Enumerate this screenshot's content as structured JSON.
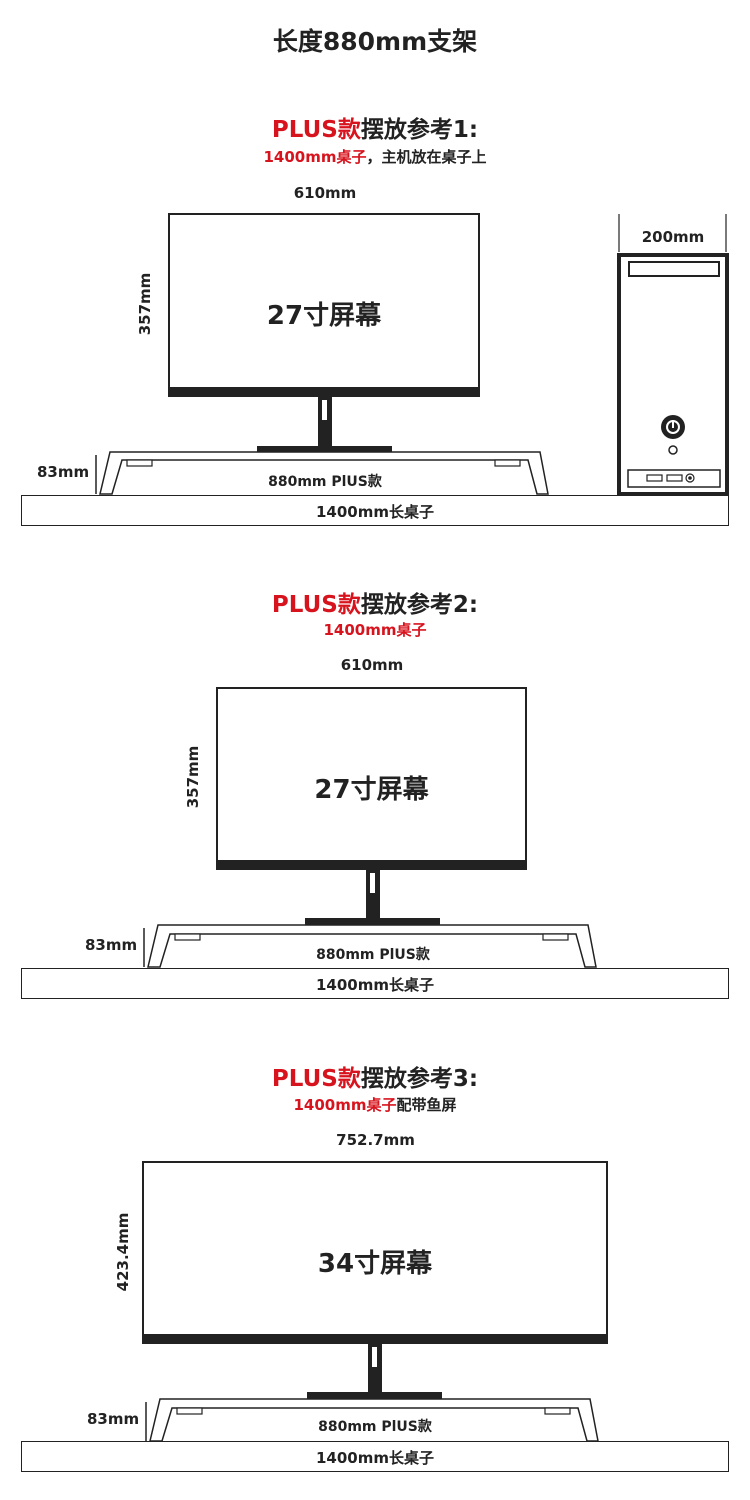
{
  "page": {
    "title": "长度880mm支架"
  },
  "sections": [
    {
      "title_red": "PLUS款",
      "title_black": "摆放参考1:",
      "subtitle_red": "1400mm桌子",
      "subtitle_black": "，主机放在桌子上",
      "monitor_width": "610mm",
      "monitor_height": "357mm",
      "screen_label": "27寸屏幕",
      "stand_height": "83mm",
      "stand_label": "880mm PlUS款",
      "desk_label": "1400mm长桌子",
      "pc_width": "200mm"
    },
    {
      "title_red": "PLUS款",
      "title_black": "摆放参考2:",
      "subtitle_red": "1400mm桌子",
      "subtitle_black": "",
      "monitor_width": "610mm",
      "monitor_height": "357mm",
      "screen_label": "27寸屏幕",
      "stand_height": "83mm",
      "stand_label": "880mm PlUS款",
      "desk_label": "1400mm长桌子"
    },
    {
      "title_red": "PLUS款",
      "title_black": "摆放参考3:",
      "subtitle_red": "1400mm桌子",
      "subtitle_black": "配带鱼屏",
      "monitor_width": "752.7mm",
      "monitor_height": "423.4mm",
      "screen_label": "34寸屏幕",
      "stand_height": "83mm",
      "stand_label": "880mm PlUS款",
      "desk_label": "1400mm长桌子"
    }
  ],
  "colors": {
    "accent": "#d7141e",
    "ink": "#222222"
  }
}
